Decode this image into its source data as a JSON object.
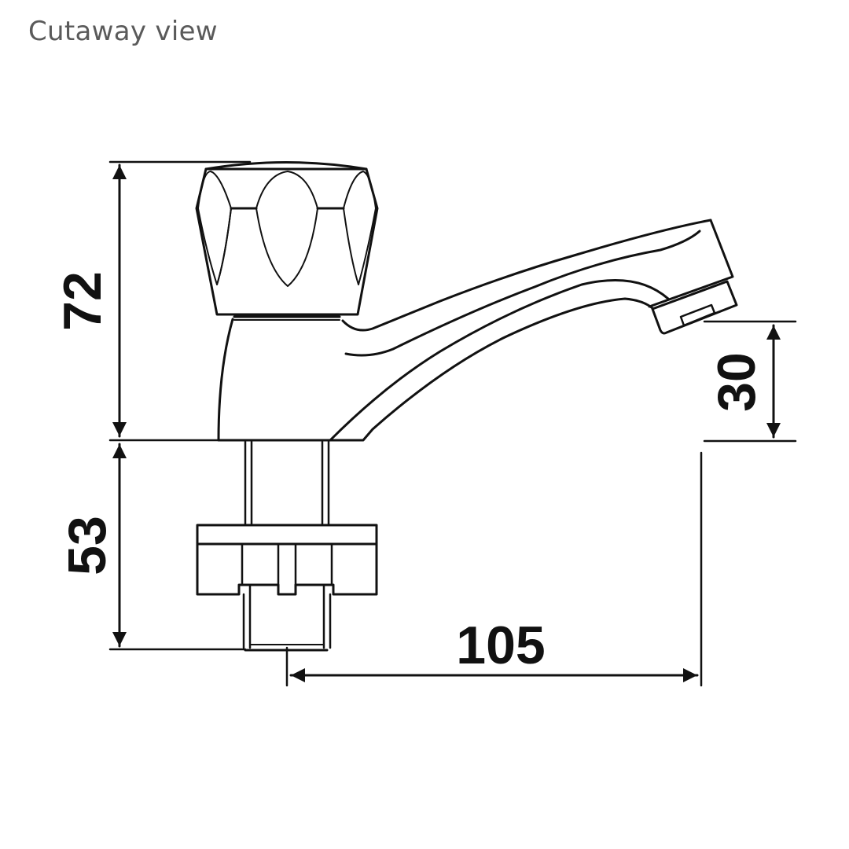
{
  "title": "Cutaway view",
  "dimensions": {
    "handle_height": "72",
    "base_depth": "53",
    "spout_clearance": "30",
    "spout_reach": "105"
  },
  "colors": {
    "line": "#111111",
    "title": "#5a5a5a",
    "background": "#ffffff"
  }
}
